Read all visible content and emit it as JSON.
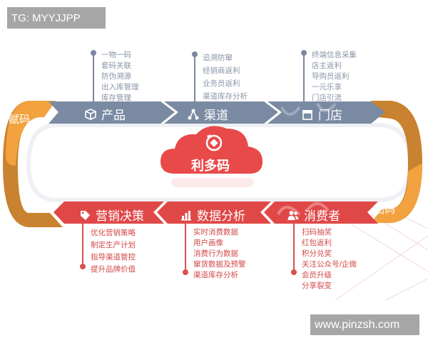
{
  "watermarks": {
    "top_left": "TG: MYYJJPP",
    "bottom_right": "www.pinzsh.com"
  },
  "center": {
    "label": "利多码",
    "icon": "refresh-coin-icon",
    "color": "#e84a4a"
  },
  "loop": {
    "left_label": "赋码",
    "right_label": "扫码",
    "color_light": "#f2a23e",
    "color_dark": "#c9822f"
  },
  "top_row": {
    "color": "#7b8aa3",
    "stages": [
      {
        "label": "产品",
        "icon": "box-icon",
        "features": [
          "一物一码",
          "套码关联",
          "防伪溯源",
          "出入库管理",
          "库存管理"
        ]
      },
      {
        "label": "渠道",
        "icon": "network-icon",
        "features": [
          "追溯防窜",
          "经销商返利",
          "业务员返利",
          "渠道库存分析"
        ]
      },
      {
        "label": "门店",
        "icon": "store-icon",
        "features": [
          "终端信息采集",
          "店主返利",
          "导购员返利",
          "一元乐享",
          "门店引流"
        ]
      }
    ]
  },
  "bottom_row": {
    "color": "#e04848",
    "stages": [
      {
        "label": "营销决策",
        "icon": "tag-icon",
        "features": [
          "优化营销策略",
          "制定生产计划",
          "指导渠道管控",
          "提升品牌价值"
        ]
      },
      {
        "label": "数据分析",
        "icon": "bar-chart-icon",
        "features": [
          "实时消费数据",
          "用户画像",
          "消费行为数据",
          "窜货数据及预警",
          "渠道库存分析"
        ]
      },
      {
        "label": "消费者",
        "icon": "users-icon",
        "features": [
          "扫码抽奖",
          "红包返利",
          "积分兑奖",
          "关注公众号/企微",
          "会员升级",
          "分享裂变"
        ]
      }
    ]
  }
}
